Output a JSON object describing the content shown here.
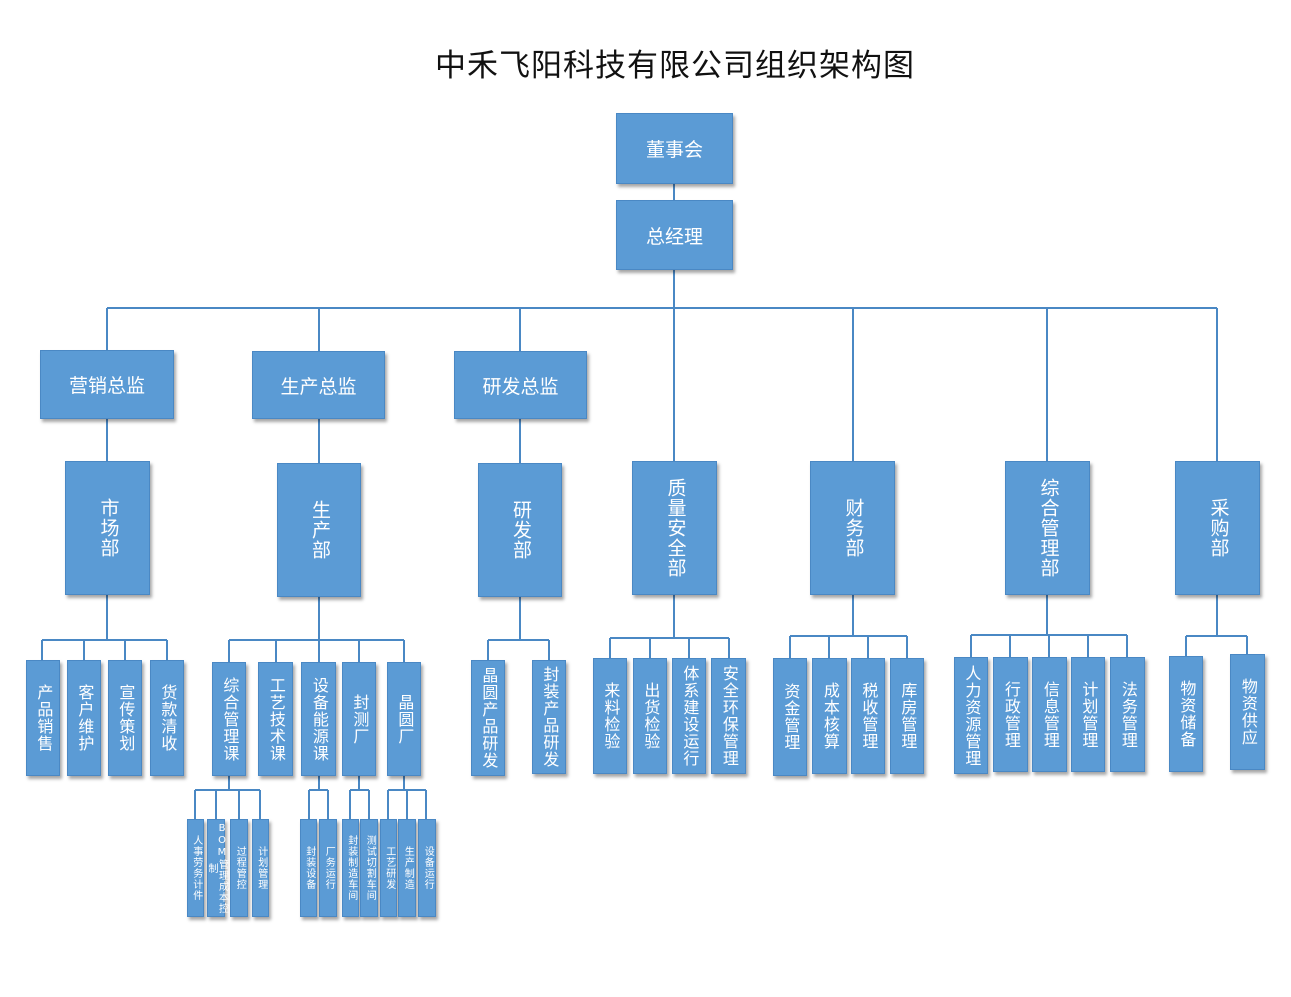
{
  "title": "中禾飞阳科技有限公司组织架构图",
  "colors": {
    "box": "#5b9bd5",
    "line": "#4a88c4",
    "text": "#ffffff"
  },
  "board": "董事会",
  "gm": "总经理",
  "directors": {
    "marketing": "营销总监",
    "production": "生产总监",
    "rnd": "研发总监"
  },
  "departments": {
    "market": "市场部",
    "production": "生产部",
    "rnd": "研发部",
    "quality": "质量安全部",
    "finance": "财务部",
    "admin": "综合管理部",
    "purchase": "采购部"
  },
  "market_units": [
    "产品销售",
    "客户维护",
    "宣传策划",
    "货款清收"
  ],
  "production_units": [
    "综合管理课",
    "工艺技术课",
    "设备能源课",
    "封测厂",
    "晶圆厂"
  ],
  "rnd_units": [
    "晶圆产品研发",
    "封装产品研发"
  ],
  "quality_units": [
    "来料检验",
    "出货检验",
    "体系建设运行",
    "安全环保管理"
  ],
  "finance_units": [
    "资金管理",
    "成本核算",
    "税收管理",
    "库房管理"
  ],
  "admin_units": [
    "人力资源管理",
    "行政管理",
    "信息管理",
    "计划管理",
    "法务管理"
  ],
  "purchase_units": [
    "物资储备",
    "物资供应"
  ],
  "general_mgmt_subunits": [
    "人事劳务计件",
    "BOM管理成本控制",
    "过程管控",
    "计划管理"
  ],
  "equipment_subunits": [
    "封装设备",
    "厂务运行"
  ],
  "packaging_test_subunits": [
    "封装制造车间",
    "测试切割车间"
  ],
  "wafer_subunits": [
    "工艺研发",
    "生产制造",
    "设备运行"
  ]
}
